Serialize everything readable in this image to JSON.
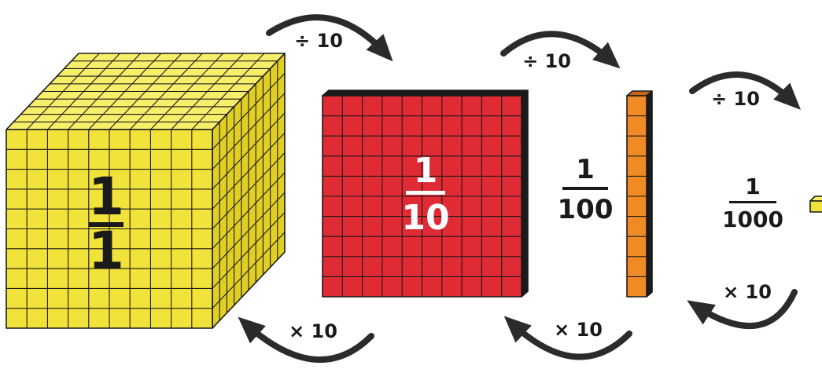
{
  "blocks": [
    {
      "id": "cube",
      "numerator": "1",
      "denominator": "1",
      "color": "#f2e33a"
    },
    {
      "id": "flat",
      "numerator": "1",
      "denominator": "10",
      "color": "#e02b35"
    },
    {
      "id": "rod",
      "numerator": "1",
      "denominator": "100",
      "color": "#f08a24"
    },
    {
      "id": "unit",
      "numerator": "1",
      "denominator": "1000",
      "color": "#f2e33a"
    }
  ],
  "arrows": {
    "divide": [
      "÷ 10",
      "÷ 10",
      "÷ 10"
    ],
    "multiply": [
      "× 10",
      "× 10",
      "× 10"
    ]
  },
  "colors": {
    "cube_face": "#f2e33a",
    "cube_top": "#f7ee6a",
    "cube_side": "#e1cf25",
    "flat_face": "#e02b35",
    "flat_edge": "#b81f2a",
    "rod_face": "#f08a24",
    "rod_edge": "#c8661a",
    "line": "#1a1a1a",
    "fraction_on_dark": "#ffffff"
  }
}
